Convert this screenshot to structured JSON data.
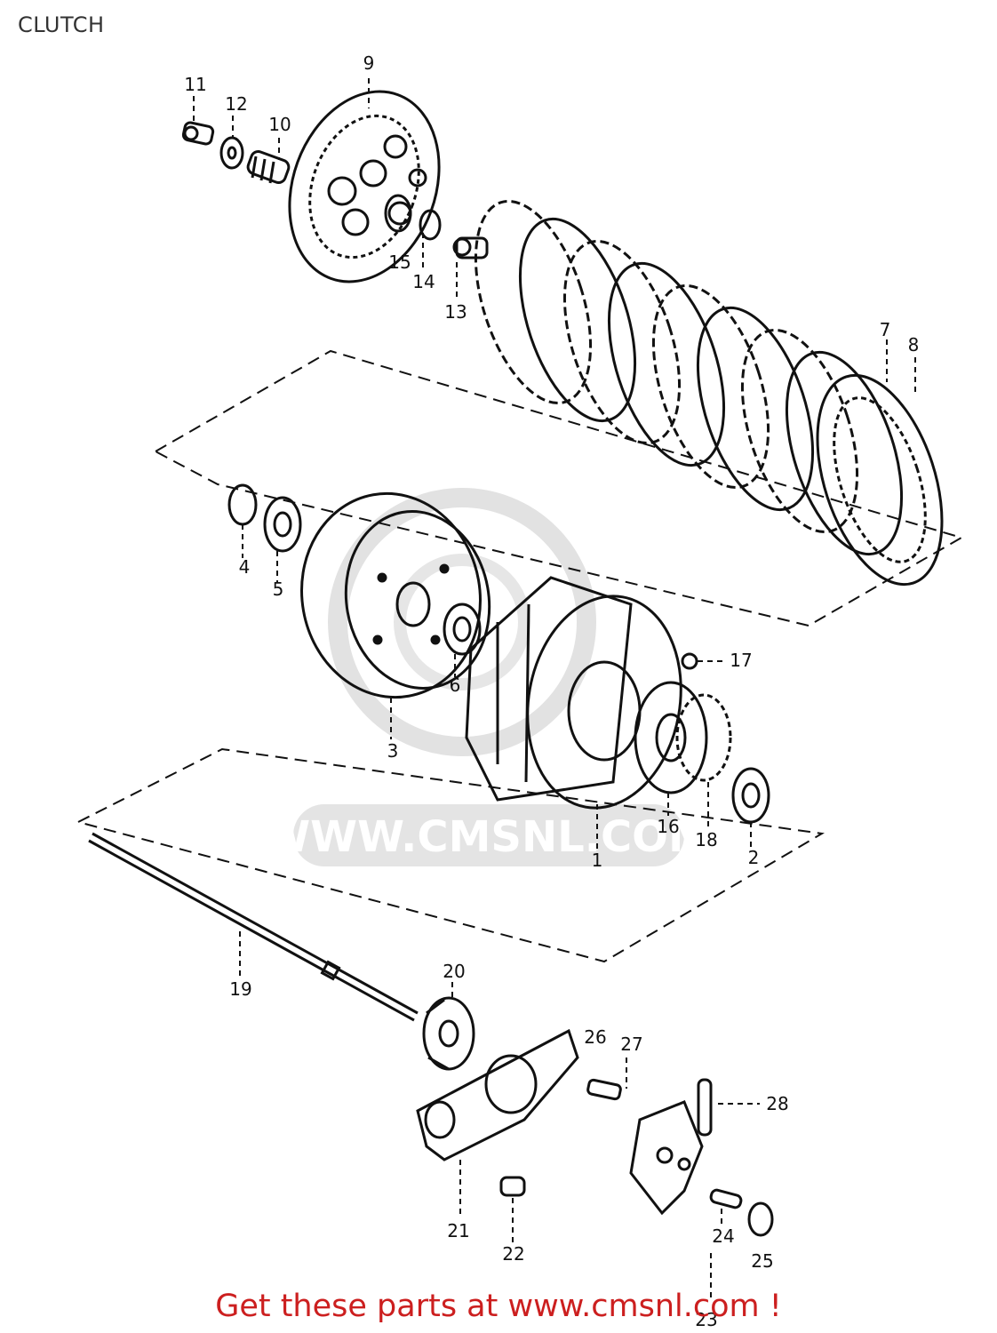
{
  "page": {
    "title": "CLUTCH"
  },
  "watermark": {
    "text": "WWW.CMSNL.COM",
    "color": "#d8d8d8"
  },
  "footer": {
    "text": "Get these parts at www.cmsnl.com !",
    "color": "#cc1f1f"
  },
  "colors": {
    "ink": "#111111"
  },
  "callouts": [
    {
      "num": "1"
    },
    {
      "num": "2"
    },
    {
      "num": "3"
    },
    {
      "num": "4"
    },
    {
      "num": "5"
    },
    {
      "num": "6"
    },
    {
      "num": "7"
    },
    {
      "num": "8"
    },
    {
      "num": "9"
    },
    {
      "num": "10"
    },
    {
      "num": "11"
    },
    {
      "num": "12"
    },
    {
      "num": "13"
    },
    {
      "num": "14"
    },
    {
      "num": "15"
    },
    {
      "num": "16"
    },
    {
      "num": "17"
    },
    {
      "num": "18"
    },
    {
      "num": "19"
    },
    {
      "num": "20"
    },
    {
      "num": "21"
    },
    {
      "num": "22"
    },
    {
      "num": "23"
    },
    {
      "num": "24"
    },
    {
      "num": "25"
    },
    {
      "num": "26"
    },
    {
      "num": "27"
    },
    {
      "num": "28"
    }
  ]
}
